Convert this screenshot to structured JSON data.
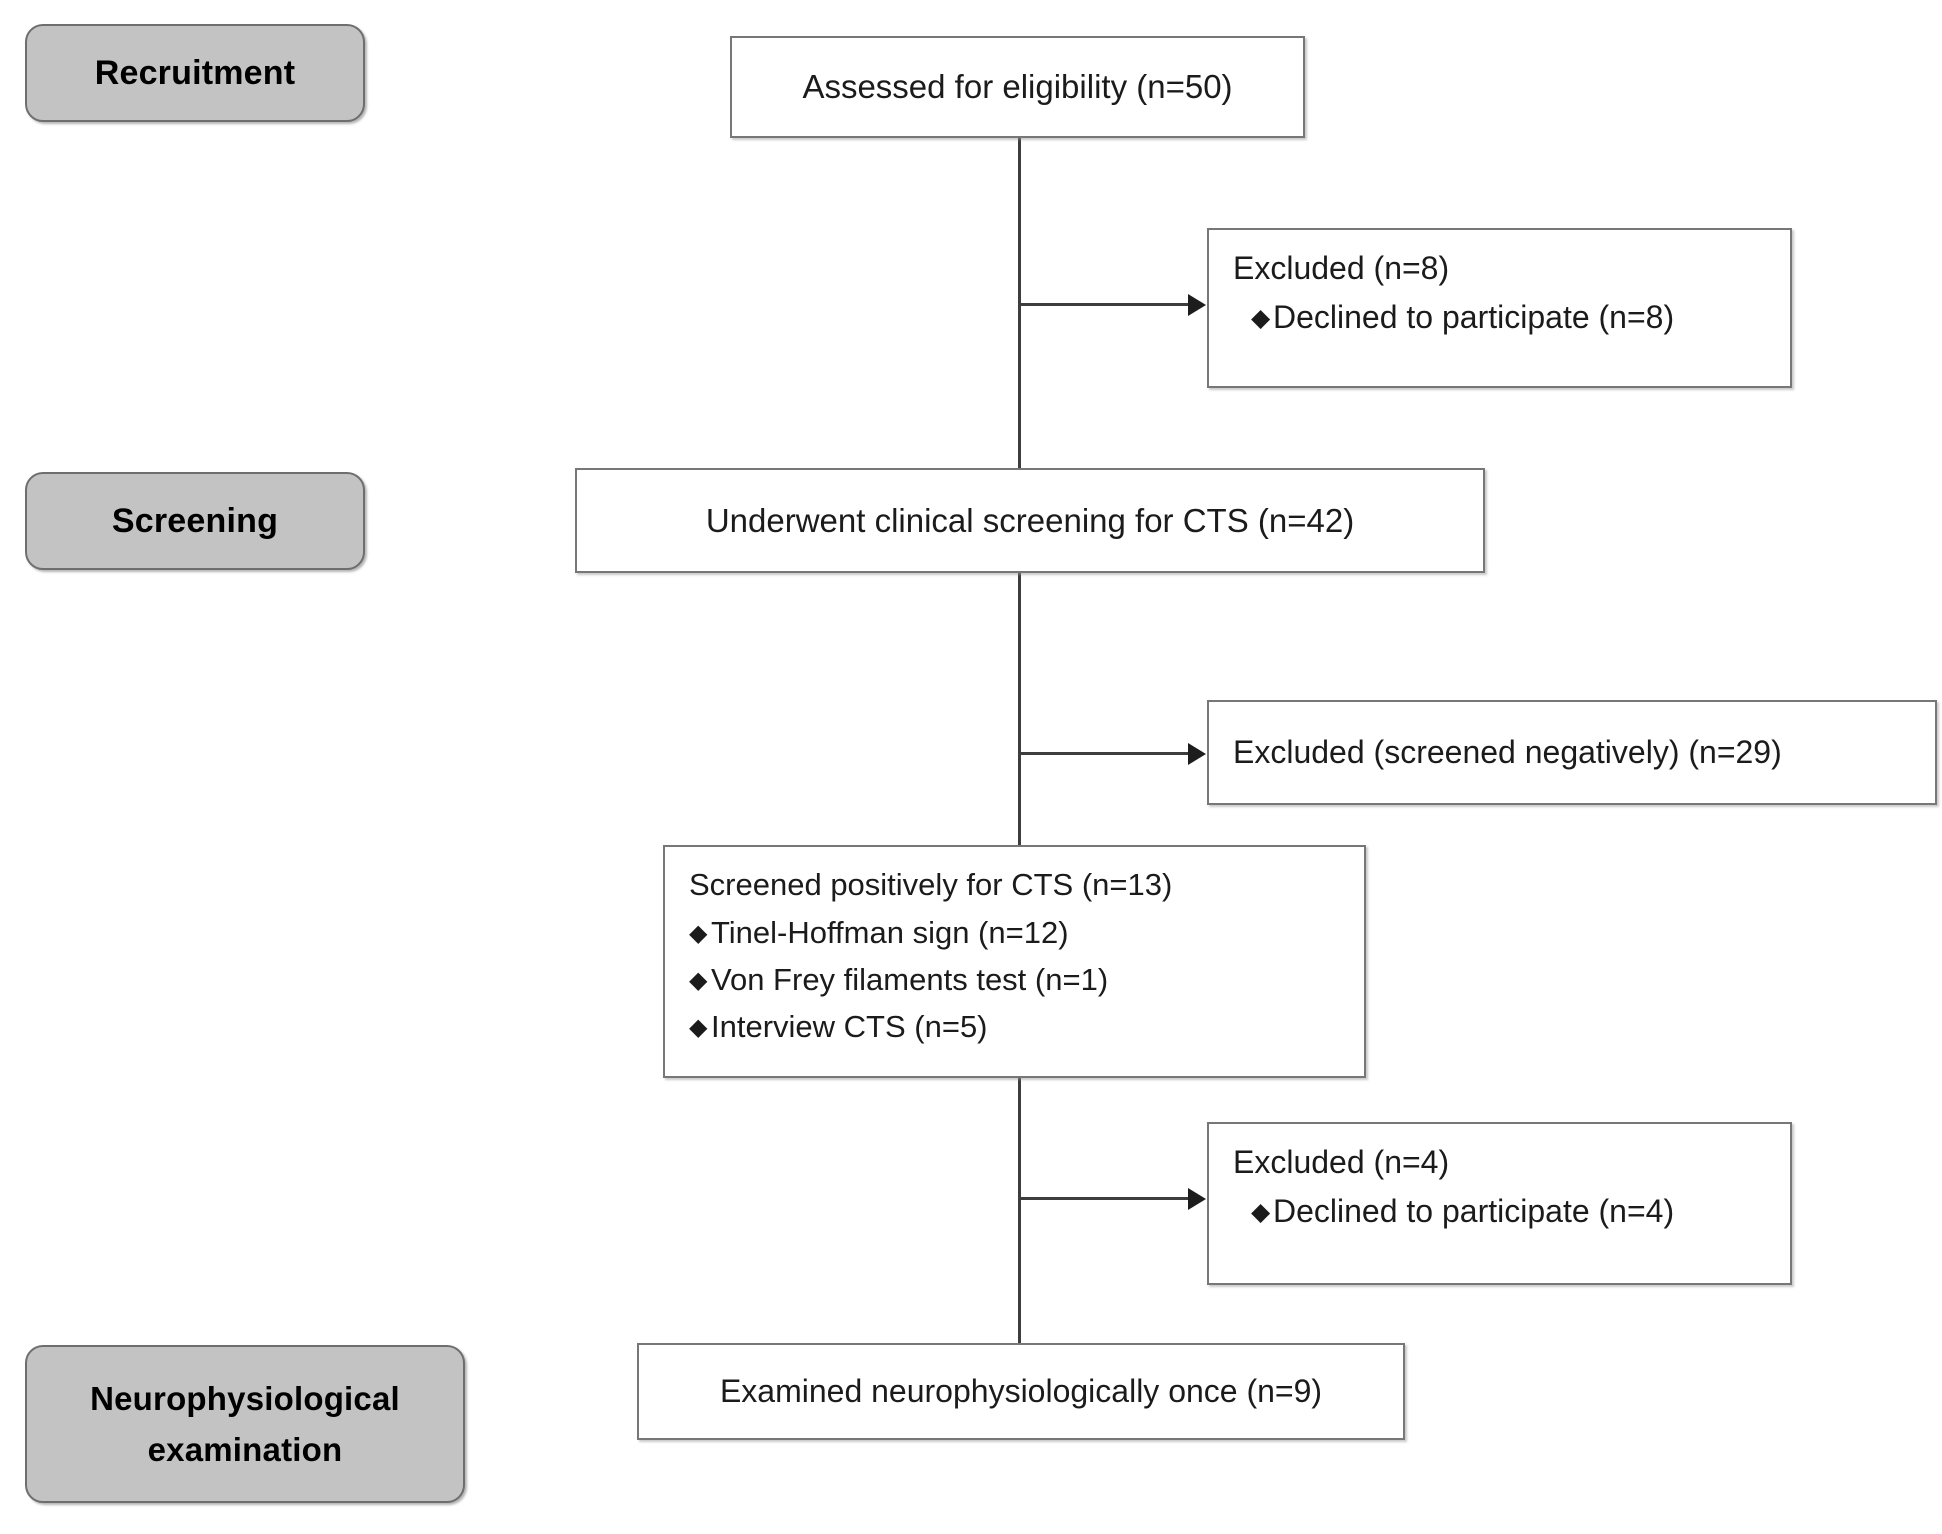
{
  "diagram": {
    "type": "CONSORT-style participant flow diagram",
    "bullet_glyph": "◆",
    "colors": {
      "stage_label_fill": "#c3c3c3",
      "stage_label_border": "#6e6e6e",
      "box_fill": "#ffffff",
      "box_border": "#777777",
      "connector": "#3d3d3d",
      "text": "#1b1b1b",
      "background": "#ffffff"
    },
    "stage_labels": [
      {
        "id": "recruitment",
        "lines": [
          "Recruitment"
        ]
      },
      {
        "id": "screening",
        "lines": [
          "Screening"
        ]
      },
      {
        "id": "neurophysiological-examination",
        "lines": [
          "Neurophysiological",
          "examination"
        ]
      }
    ],
    "main_boxes": [
      {
        "id": "assessed",
        "title": "Assessed for eligibility (n=50)",
        "n": 50,
        "items": []
      },
      {
        "id": "underwent-screening",
        "title": "Underwent clinical screening for CTS (n=42)",
        "n": 42,
        "items": []
      },
      {
        "id": "screened-positively",
        "title": "Screened positively for CTS  (n=13)",
        "n": 13,
        "items": [
          {
            "label": "Tinel-Hoffman sign (n=12)",
            "n": 12
          },
          {
            "label": "Von Frey filaments test (n=1)",
            "n": 1
          },
          {
            "label": "Interview CTS (n=5)",
            "n": 5
          }
        ]
      },
      {
        "id": "examined",
        "title": "Examined neurophysiologically once (n=9)",
        "n": 9,
        "items": []
      }
    ],
    "excluded_boxes": [
      {
        "id": "excluded-1",
        "title": "Excluded  (n=8)",
        "n": 8,
        "items": [
          {
            "label": "Declined to participate (n=8)",
            "n": 8
          }
        ]
      },
      {
        "id": "excluded-2",
        "title": "Excluded (screened negatively) (n=29)",
        "n": 29,
        "items": []
      },
      {
        "id": "excluded-3",
        "title": "Excluded (n=4)",
        "n": 4,
        "items": [
          {
            "label": "Declined to participate (n=4)",
            "n": 4
          }
        ]
      }
    ]
  }
}
